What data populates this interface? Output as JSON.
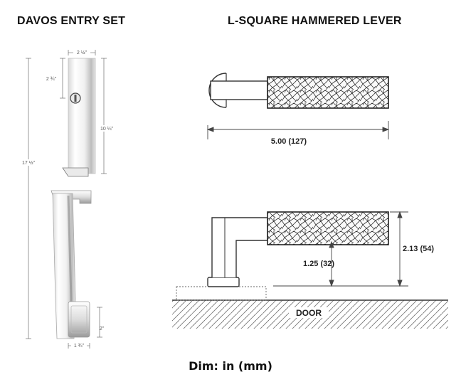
{
  "titles": {
    "left": "DAVOS ENTRY SET",
    "right": "L-SQUARE HAMMERED LEVER"
  },
  "entry_set_dims": {
    "top_width": "2 ½\"",
    "height_total": "17 ½\"",
    "height_upper": "10 ¼\"",
    "cylinder_offset": "2 ¾\"",
    "bottom_height": "2\"",
    "bottom_width": "1 ¾\""
  },
  "lever_dims": {
    "length": "5.00 (127)",
    "height_total": "2.13 (54)",
    "height_clearance": "1.25 (32)"
  },
  "door_label": "DOOR",
  "footer": "Dim: in (mm)",
  "colors": {
    "chrome_light": "#f4f4f4",
    "chrome_mid": "#c9c9c9",
    "chrome_dark": "#8a8a8a",
    "outline": "#333333",
    "dimension_line": "#444444"
  }
}
